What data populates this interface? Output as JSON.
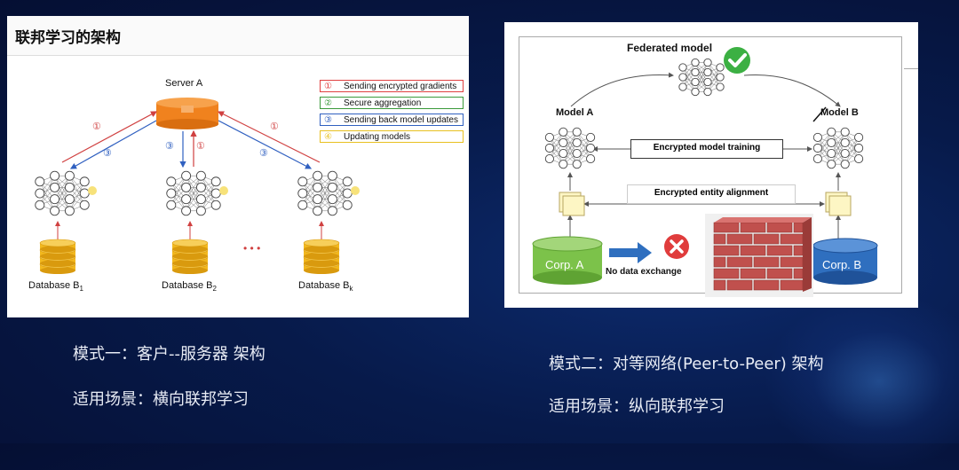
{
  "panel_a": {
    "title": "联邦学习的架构",
    "server_label": "Server A",
    "legend": [
      {
        "num": "①",
        "text": "Sending encrypted gradients",
        "color": "#e04040"
      },
      {
        "num": "②",
        "text": "Secure aggregation",
        "color": "#3a9a3a"
      },
      {
        "num": "③",
        "text": "Sending back model updates",
        "color": "#3060c0"
      },
      {
        "num": "④",
        "text": "Updating models",
        "color": "#e8c020"
      }
    ],
    "arrow_num_send": "①",
    "arrow_num_back": "③",
    "dots": "• • •",
    "databases": [
      {
        "name": "Database B",
        "sub": "1"
      },
      {
        "name": "Database B",
        "sub": "2"
      },
      {
        "name": "Database B",
        "sub": "k"
      }
    ]
  },
  "panel_b": {
    "federated_model": "Federated model",
    "model_a": "Model A",
    "model_b": "Model B",
    "encrypted_training": "Encrypted model training",
    "entity_alignment": "Encrypted entity alignment",
    "corp_a": "Corp. A",
    "corp_b": "Corp. B",
    "no_exchange": "No data exchange"
  },
  "captions": {
    "mode1": "模式一：客户--服务器 架构",
    "scene1": "适用场景：横向联邦学习",
    "mode2": "模式二：对等网络(Peer-to-Peer) 架构",
    "scene2": "适用场景：纵向联邦学习"
  },
  "colors": {
    "server": "#f0821e",
    "database": "#f2b81e",
    "corp_a": "#7cc24a",
    "corp_b": "#2f6fbf",
    "brick": "#c0504d",
    "check": "#3cb043",
    "cross": "#e03c3c"
  }
}
